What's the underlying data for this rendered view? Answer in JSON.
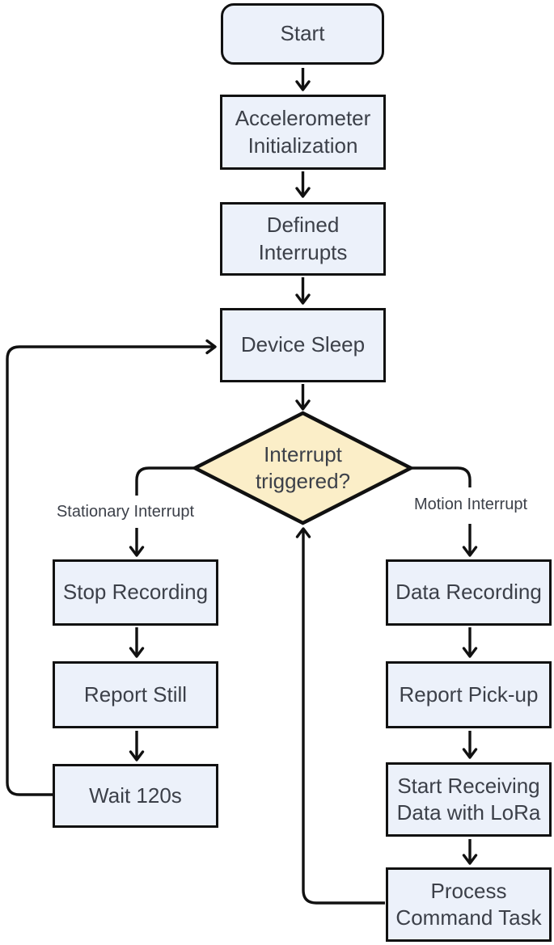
{
  "flowchart": {
    "nodes": {
      "start": {
        "label": "Start"
      },
      "accelerometer_init": {
        "label": "Accelerometer Initialization"
      },
      "defined_interrupts": {
        "label": "Defined Interrupts"
      },
      "device_sleep": {
        "label": "Device Sleep"
      },
      "interrupt_decision": {
        "label": "Interrupt triggered?"
      },
      "stop_recording": {
        "label": "Stop Recording"
      },
      "report_still": {
        "label": "Report Still"
      },
      "wait_120s": {
        "label": "Wait 120s"
      },
      "data_recording": {
        "label": "Data Recording"
      },
      "report_pickup": {
        "label": "Report Pick-up"
      },
      "start_receiving_lora": {
        "label": "Start Receiving Data with LoRa"
      },
      "process_command_task": {
        "label": "Process Command Task"
      }
    },
    "branch_labels": {
      "stationary": "Stationary Interrupt",
      "motion": "Motion Interrupt"
    },
    "colors": {
      "process_fill": "#ECF1FA",
      "decision_fill": "#FBEEC8",
      "stroke": "#111111",
      "text": "#3C4049",
      "background": "#FFFFFF"
    }
  }
}
